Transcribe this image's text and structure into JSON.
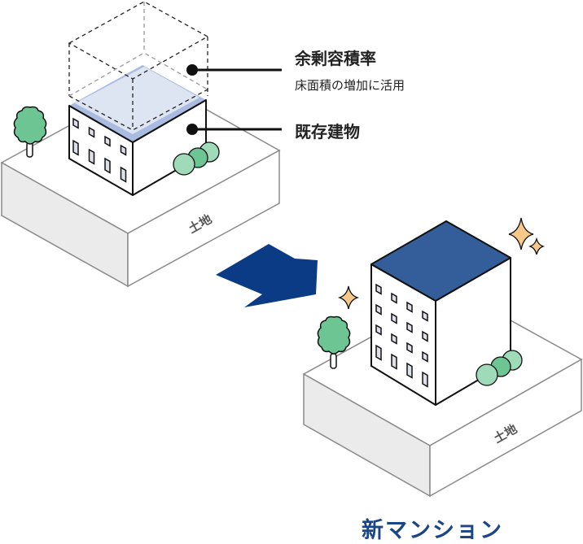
{
  "labels": {
    "surplus_title": "余剰容積率",
    "surplus_sub": "床面積の増加に活用",
    "existing": "既存建物",
    "land_before": "土地",
    "land_after": "土地",
    "new_title": "新マンション"
  },
  "colors": {
    "arrow": "#0b3b84",
    "new_roof": "#335e9a",
    "old_roof_strip": "#a9bbe0",
    "planned_volume": "#dde5f2",
    "tree": "#6cc592",
    "sparkle": "#f6c98b",
    "title": "#1c4586"
  }
}
